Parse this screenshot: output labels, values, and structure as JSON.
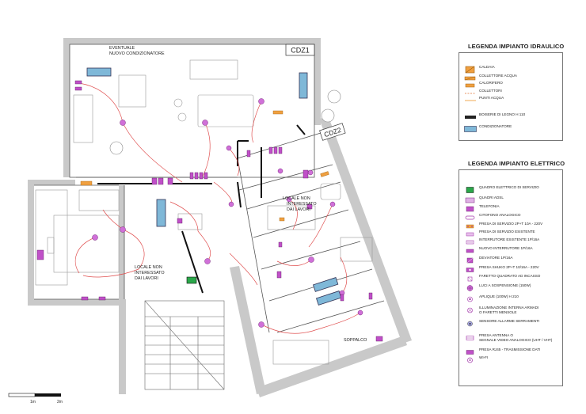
{
  "labels": {
    "cdz1": "CDZ1",
    "cdz2": "CDZ2",
    "eventuale_1": "EVENTUALE",
    "eventuale_2": "NUOVO CONDIZIONATORE",
    "locale_right_1": "LOCALE NON",
    "locale_right_2": "INTERESSATO",
    "locale_right_3": "DAI LAVORI",
    "locale_left_1": "LOCALE NON",
    "locale_left_2": "INTERESSATO",
    "locale_left_3": "DAI LAVORI",
    "soppalco": "SOPPALCO",
    "scale_1m": "1m",
    "scale_2m": "2m"
  },
  "hydraulic_legend": {
    "title": "LEGENDA IMPIANTO IDRAULICO",
    "items": [
      {
        "label": "CALDAIA",
        "icon": "caldaia-icon"
      },
      {
        "label": "COLLETTORE ACQUA",
        "icon": "collettore-acqua-icon"
      },
      {
        "label": "CALORIFERO",
        "icon": "calorifero-icon"
      },
      {
        "label": "COLLETTORI",
        "icon": "collettori-line-icon"
      },
      {
        "label": "PUNTI ACQUA",
        "icon": "punti-acqua-icon"
      },
      {
        "label": "BOISERIE DI LEGNO H 110",
        "icon": "boiserie-icon"
      },
      {
        "label": "CONDIZIONATORE",
        "icon": "condizionatore-icon"
      }
    ],
    "colors": {
      "orange": "#f0a040",
      "blue": "#7fb8d8"
    }
  },
  "electric_legend": {
    "title": "LEGENDA IMPIANTO ELETTRICO",
    "items": [
      {
        "label": "QUADRO ELETTRICO DI SERVIZIO",
        "icon": "quadro-elettrico-icon"
      },
      {
        "label": "QUADRI ADSL",
        "icon": "quadri-adsl-icon"
      },
      {
        "label": "TELEFONIA",
        "icon": "telefonia-icon"
      },
      {
        "label": "CITOFONO ANALOGICO",
        "icon": "citofono-icon"
      },
      {
        "label": "PRESA DI SERVIZIO 2P+T 10A - 220V",
        "icon": "presa-servizio-icon"
      },
      {
        "label": "PRESA DI SERVIZIO ESISTENTE",
        "icon": "presa-esistente-icon"
      },
      {
        "label": "INTERRUTORE ESISTENTE 1P/16A",
        "icon": "interruttore-esistente-icon"
      },
      {
        "label": "NUOVO INTERRUTORE 1P/16A",
        "icon": "nuovo-interruttore-icon"
      },
      {
        "label": "DEVIATORE 1P/16A",
        "icon": "deviatore-icon"
      },
      {
        "label": "PRESA SHUKO 2P+T 10/16A - 220V",
        "icon": "presa-shuko-icon"
      },
      {
        "label": "FARETTO QUADRATO AD INCASSO",
        "icon": "faretto-icon"
      },
      {
        "label": "LUCI A SOSPENSIONE (150W)",
        "icon": "luci-sospensione-icon"
      },
      {
        "label": "APLIQUE (100W) H 210",
        "icon": "aplique-icon"
      },
      {
        "label": "ILLUMINAZIONE INTERNA ARMADI",
        "label2": "O FARETTI MENSOLE",
        "icon": "illuminazione-armadi-icon"
      },
      {
        "label": "SENSORE ALLARME SERRAMENTI",
        "icon": "sensore-allarme-icon"
      },
      {
        "label": "PRESA ANTENNA O",
        "label2": "SEGNALE VIDEO ANALOGICO (UHT / VHT)",
        "icon": "presa-antenna-icon"
      },
      {
        "label": "PRESA RJ45 - TRASMISSIONE DATI",
        "icon": "presa-rj45-icon"
      },
      {
        "label": "WI-FI",
        "icon": "wifi-icon"
      }
    ],
    "colors": {
      "magenta": "#b03ab8",
      "green": "#2aa84a",
      "wire": "#e05050"
    }
  }
}
